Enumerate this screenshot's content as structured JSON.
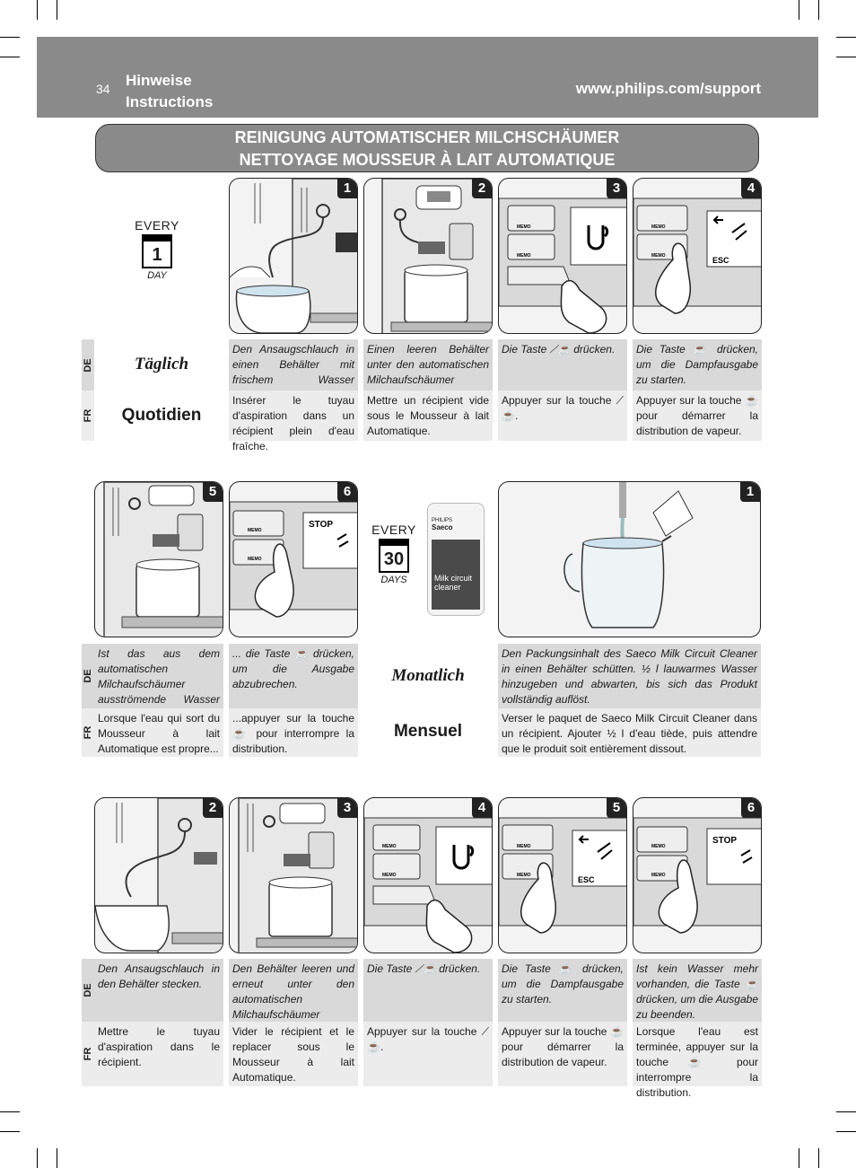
{
  "header": {
    "page_number": "34",
    "title_de": "Hinweise",
    "title_fr": "Instructions",
    "url": "www.philips.com/support"
  },
  "banner": {
    "line1": "REINIGUNG AUTOMATISCHER MILCHSCHÄUMER",
    "line2": "NETTOYAGE MOUSSEUR À LAIT AUTOMATIQUE"
  },
  "lang": {
    "de": "DE",
    "fr": "FR"
  },
  "daily": {
    "calendar": {
      "every": "EVERY",
      "number": "1",
      "unit": "DAY"
    },
    "label_de": "Täglich",
    "label_fr": "Quotidien",
    "steps": [
      {
        "num": "1",
        "de": "Den Ansaugschlauch in einen Behälter mit frischem Wasser stecken.",
        "fr": "Insérer le tuyau d'aspiration dans un récipient plein d'eau fraîche."
      },
      {
        "num": "2",
        "de": "Einen leeren Behälter unter den automatischen Milchaufschäumer stellen.",
        "fr": "Mettre un récipient vide sous le Mousseur à lait Automatique."
      },
      {
        "num": "3",
        "de": "Die Taste ⟋☕ drücken.",
        "fr": "Appuyer sur la touche ⟋☕."
      },
      {
        "num": "4",
        "de": "Die Taste ☕ drücken, um die Dampfausgabe zu starten.",
        "fr": "Appuyer sur la touche ☕ pour démarrer la distribution de vapeur."
      }
    ]
  },
  "middle": {
    "steps": [
      {
        "num": "5",
        "de": "Ist das aus dem automatischen Milchaufschäumer ausströmende Wasser sauber ...",
        "fr": "Lorsque l'eau qui sort du Mousseur à lait Automatique est propre..."
      },
      {
        "num": "6",
        "de": "... die Taste ☕ drücken, um die Ausgabe abzubrechen.",
        "fr": "...appuyer sur la touche ☕ pour interrompre la distribution."
      }
    ],
    "calendar": {
      "every": "EVERY",
      "number": "30",
      "unit": "DAYS"
    },
    "product": {
      "brand": "PHILIPS",
      "name": "Saeco",
      "label": "Milk circuit cleaner"
    },
    "label_de": "Monatlich",
    "label_fr": "Mensuel",
    "monthly_step": {
      "num": "1",
      "de": "Den Packungsinhalt des Saeco Milk Circuit Cleaner in einen Behälter schütten. ½ l lauwarmes Wasser hinzugeben und abwarten, bis sich das Produkt vollständig auflöst.",
      "fr": "Verser le paquet de Saeco Milk Circuit Cleaner dans un récipient. Ajouter ½ l d'eau tiède, puis attendre que le produit soit entièrement dissout."
    }
  },
  "monthly": {
    "steps": [
      {
        "num": "2",
        "de": "Den Ansaugschlauch in den Behälter stecken.",
        "fr": "Mettre le tuyau d'aspiration dans le récipient."
      },
      {
        "num": "3",
        "de": "Den Behälter leeren und erneut unter den automatischen Milchaufschäumer stellen.",
        "fr": "Vider le récipient et le replacer sous le Mousseur à lait Automatique."
      },
      {
        "num": "4",
        "de": "Die Taste ⟋☕ drücken.",
        "fr": "Appuyer sur la touche ⟋☕."
      },
      {
        "num": "5",
        "de": "Die Taste ☕ drücken, um die Dampfausgabe zu starten.",
        "fr": "Appuyer sur la touche ☕ pour démarrer la distribution de vapeur."
      },
      {
        "num": "6",
        "de": "Ist kein Wasser mehr vorhanden, die Taste ☕ drücken, um die Ausgabe zu beenden.",
        "fr": "Lorsque l'eau est terminée, appuyer sur la touche ☕ pour interrompre la distribution."
      }
    ]
  },
  "panel_text": {
    "memo": "MEMO",
    "esc": "ESC",
    "stop": "STOP"
  }
}
